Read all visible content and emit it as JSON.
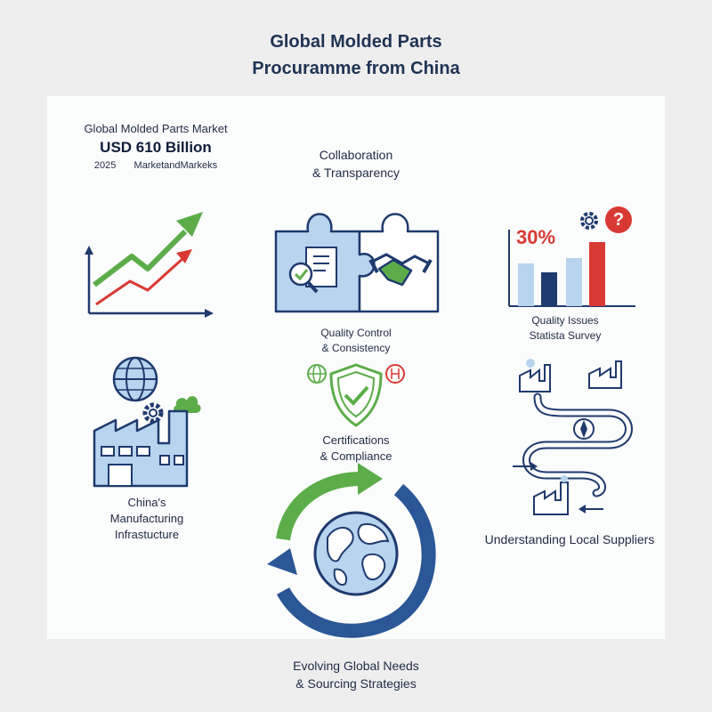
{
  "title": {
    "line1": "Global Molded Parts",
    "line2": "Procuramme from China"
  },
  "market": {
    "label": "Global Molded Parts Market",
    "value": "USD 610 Billion",
    "year": "2025",
    "source": "MarketandMarkeks"
  },
  "collaboration": {
    "line1": "Collaboration",
    "line2": "& Transparency"
  },
  "quality_issues": {
    "stat": "30%",
    "line1": "Quality Issues",
    "line2": "Statista Survey",
    "badge": "?"
  },
  "quality_control": {
    "line1": "Quality Control",
    "line2": "& Consistency"
  },
  "certifications": {
    "line1": "Certifications",
    "line2": "& Compliance"
  },
  "china": {
    "line1": "China's",
    "line2": "Manufacturing",
    "line3": "Infrastucture"
  },
  "local_suppliers": {
    "label": "Understanding Local Suppliers"
  },
  "footer": {
    "line1": "Evolving Global Needs",
    "line2": "& Sourcing Strategies"
  },
  "colors": {
    "navy": "#1f3a6e",
    "blue": "#2b5796",
    "light_blue": "#b8d4ee",
    "green": "#5cad4a",
    "red": "#d83a33"
  }
}
